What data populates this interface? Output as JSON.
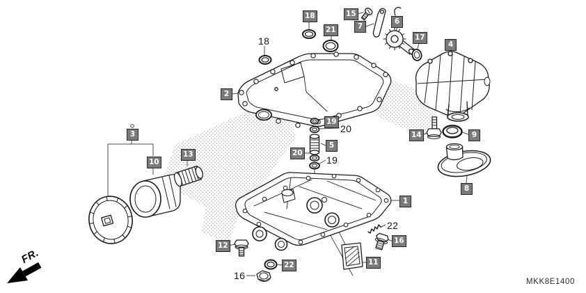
{
  "labels": {
    "boxed": [
      "18",
      "21",
      "15",
      "7",
      "6",
      "17",
      "4",
      "2",
      "3",
      "10",
      "13",
      "19",
      "5",
      "20",
      "14",
      "9",
      "8",
      "1",
      "12",
      "16",
      "22",
      "11"
    ],
    "plain": [
      "18",
      "20",
      "19",
      "22",
      "16"
    ]
  },
  "footer": {
    "fr": "FR.",
    "code": "MKK8E1400"
  },
  "colors": {
    "label_box_bg": "#7b7b7b",
    "label_box_text": "#ffffff",
    "line_art": "#1a1a1a"
  }
}
